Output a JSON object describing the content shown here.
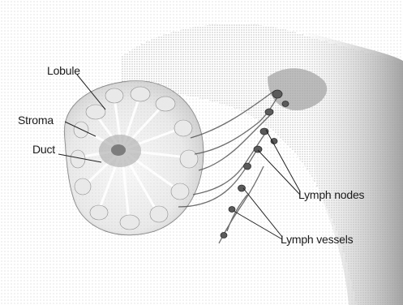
{
  "diagram": {
    "labels": {
      "lobule": "Lobule",
      "stroma": "Stroma",
      "duct": "Duct",
      "lymph_nodes": "Lymph nodes",
      "lymph_vessels": "Lymph vessels"
    },
    "colors": {
      "background": "#ffffff",
      "stipple": "#8a8a8a",
      "tissue_dark": "#6e6e6e",
      "tissue_light": "#d8d8d8",
      "leader_line": "#222222",
      "label_text": "#1a1a1a"
    }
  }
}
